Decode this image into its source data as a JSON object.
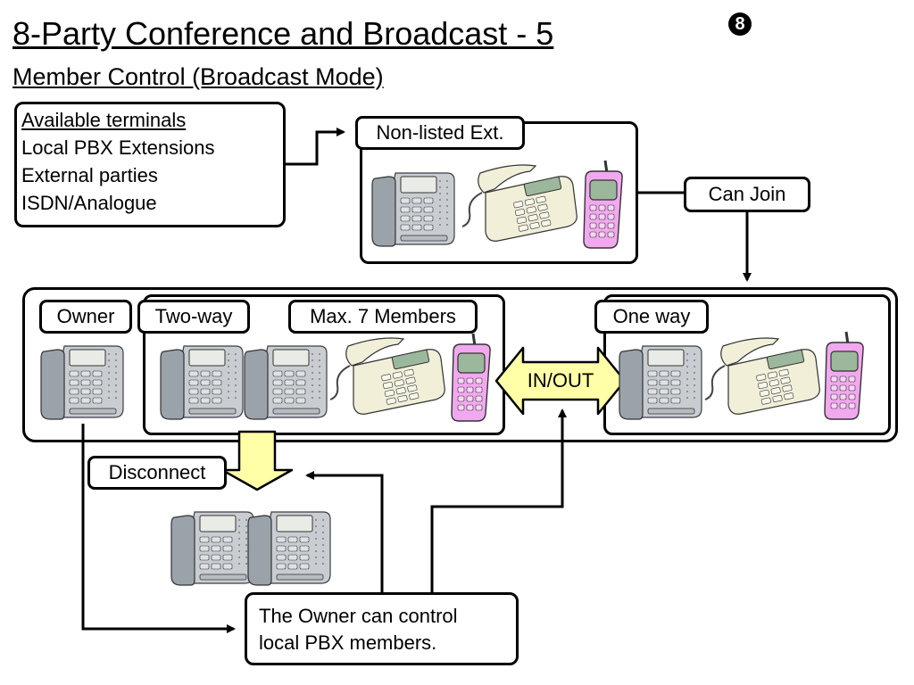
{
  "title": "8-Party Conference and Broadcast - 5",
  "subtitle": "Member Control (Broadcast Mode)",
  "slide_number": "8",
  "terminals": {
    "heading": "Available terminals",
    "items": [
      "Local PBX Extensions",
      "External parties",
      "ISDN/Analogue"
    ]
  },
  "labels": {
    "non_listed": "Non-listed Ext.",
    "can_join": "Can Join",
    "owner": "Owner",
    "two_way": "Two-way",
    "max_members": "Max. 7 Members",
    "one_way": "One way",
    "in_out": "IN/OUT",
    "disconnect": "Disconnect"
  },
  "note": [
    "The Owner can control",
    "local PBX members."
  ],
  "colors": {
    "arrow_fill": "#ffffa8",
    "mobile_pink": "#f2a8ef",
    "screen_green": "#9cb89c",
    "phone_gray": "#9aa2aa",
    "analog_cream": "#f1efd8"
  },
  "icons": {
    "deskphone": "desk-phone-icon",
    "analog": "analog-phone-icon",
    "mobile": "mobile-phone-icon"
  }
}
